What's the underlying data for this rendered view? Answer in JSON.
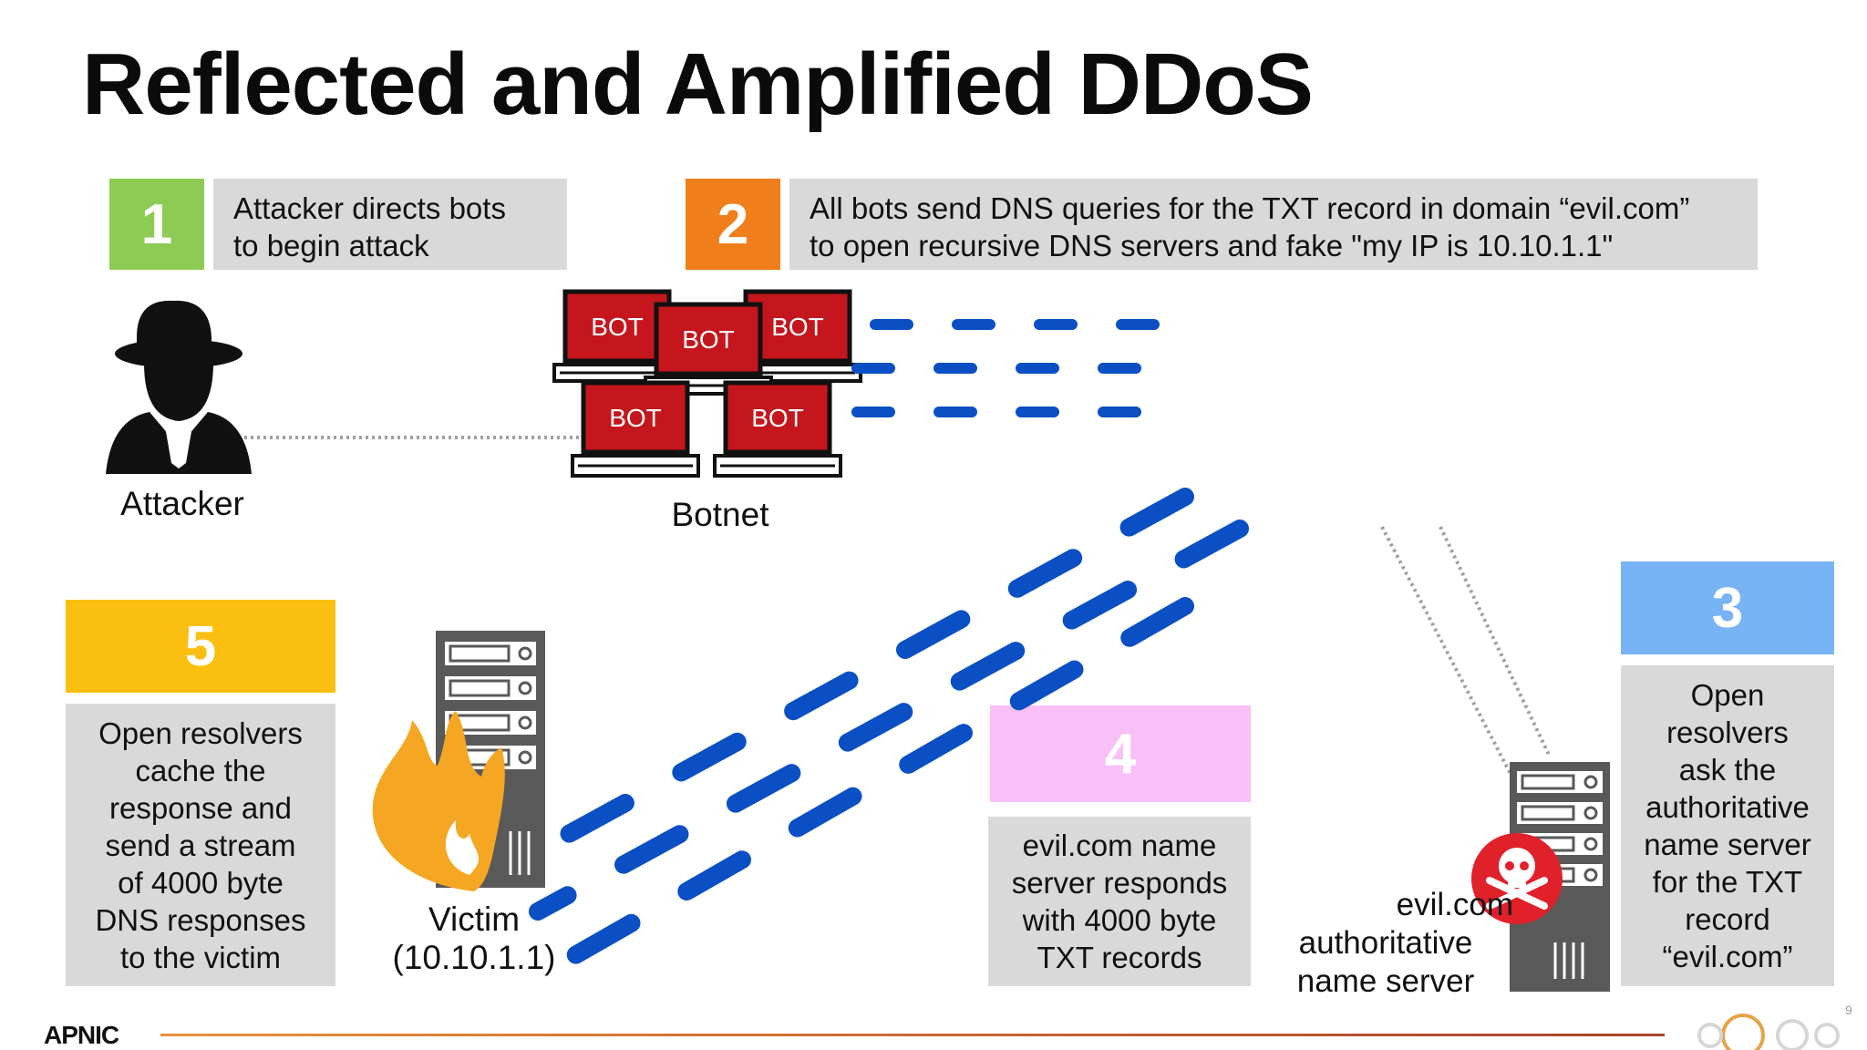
{
  "title": "Reflected and Amplified DDoS",
  "steps": [
    {
      "number": "1",
      "text_lines": [
        "Attacker directs bots",
        "to begin attack"
      ],
      "color": "#8dcb55"
    },
    {
      "number": "2",
      "text_lines": [
        "All bots send DNS queries for the TXT record in domain “evil.com”",
        "to open recursive DNS servers and fake \"my IP is 10.10.1.1\""
      ],
      "color": "#f07e1a"
    },
    {
      "number": "3",
      "text_lines": [
        "Open",
        "resolvers",
        "ask the",
        "authoritative",
        "name server",
        "for the TXT",
        "record",
        "“evil.com”"
      ],
      "color": "#78b4f5"
    },
    {
      "number": "4",
      "text_lines": [
        "evil.com name",
        "server responds",
        "with 4000 byte",
        "TXT records"
      ],
      "color": "#f8c0f6"
    },
    {
      "number": "5",
      "text_lines": [
        "Open resolvers",
        "cache the",
        "response and",
        "send a stream",
        "of 4000 byte",
        "DNS responses",
        "to the victim"
      ],
      "color": "#fbbf12"
    }
  ],
  "labels": {
    "attacker": "Attacker",
    "botnet": "Botnet",
    "victim_lines": [
      "Victim",
      "(10.10.1.1)"
    ],
    "auth_server_lines": [
      "evil.com",
      "authoritative",
      "name server"
    ]
  },
  "bots": [
    "BOT",
    "BOT",
    "BOT",
    "BOT",
    "BOT"
  ],
  "footer": {
    "brand": "APNIC",
    "page": "9"
  },
  "colors": {
    "bot_red": "#c4161c",
    "arrow_blue": "#0a4fc4",
    "server_gray": "#595959",
    "skull_red": "#e0212a",
    "flame": "#f5a623"
  },
  "icons": [
    "attacker-spy-icon",
    "bot-laptop-icon",
    "server-rack-icon",
    "flame-icon",
    "skull-crossbones-icon"
  ]
}
